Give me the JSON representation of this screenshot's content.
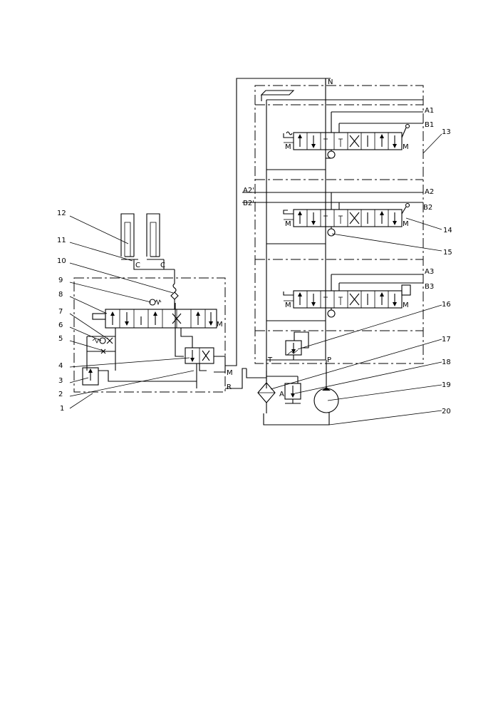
{
  "diagram": {
    "port_labels": {
      "N": "N",
      "A1": "A1",
      "B1": "B1",
      "A2_left": "A2'",
      "B2_left": "B2'",
      "A2": "A2",
      "B2": "B2",
      "A3": "A3",
      "B3": "B3",
      "T": "T",
      "P": "P",
      "R": "R",
      "M": "M",
      "C1": "C",
      "C2": "C",
      "A": "A"
    },
    "callouts": [
      "1",
      "2",
      "3",
      "4",
      "5",
      "6",
      "7",
      "8",
      "9",
      "10",
      "11",
      "12",
      "13",
      "14",
      "15",
      "16",
      "17",
      "18",
      "19",
      "20"
    ],
    "colors": {
      "ink": "#000000",
      "paper": "#ffffff"
    }
  }
}
